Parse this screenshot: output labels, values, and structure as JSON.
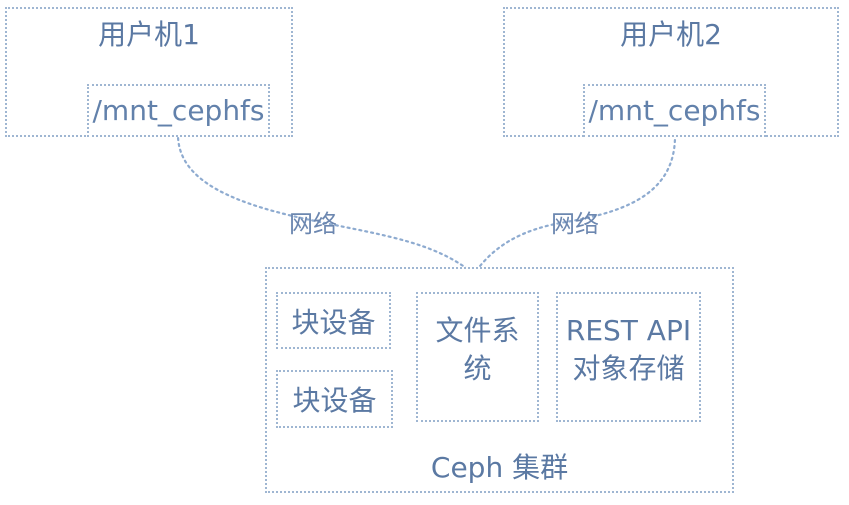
{
  "user_machines": [
    {
      "title": "用户机1",
      "mount_path": "/mnt_cephfs"
    },
    {
      "title": "用户机2",
      "mount_path": "/mnt_cephfs"
    }
  ],
  "connections": [
    {
      "label": "网络"
    },
    {
      "label": "网络"
    }
  ],
  "ceph_cluster": {
    "label": "Ceph 集群",
    "components": {
      "block_device_top": "块设备",
      "block_device_bottom": "块设备",
      "filesystem": "文件系\n统",
      "object_storage": "REST API\n对象存储"
    }
  },
  "colors": {
    "border": "#9fb6d2",
    "text": "#5b79a3",
    "connector": "#8eabd0",
    "arrow": "#3f78c6"
  }
}
